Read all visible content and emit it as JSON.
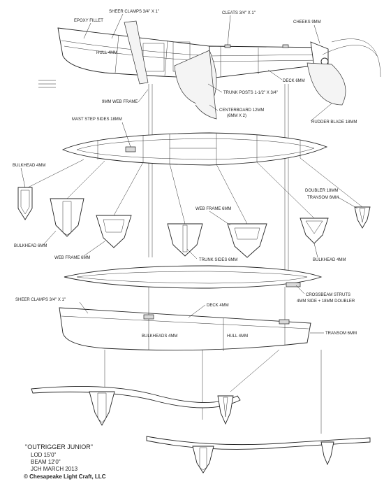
{
  "labels": {
    "epoxy_fillet": "EPOXY FILLET",
    "sheer_clamps_top": "SHEER CLAMPS 3/4\" X 1\"",
    "cleats": "CLEATS 3/4\" X 1\"",
    "cheeks": "CHEEKS 9MM",
    "hull_top": "HULL 4MM",
    "deck_top": "DECK 6MM",
    "web_frame_9": "9MM WEB FRAME",
    "trunk_posts": "TRUNK POSTS 1-1/2\" X 3/4\"",
    "centerboard_1": "CENTERBOARD 12MM",
    "centerboard_2": "(6MM X 2)",
    "rudder_blade": "RUDDER BLADE 18MM",
    "mast_step_sides": "MAST STEP SIDES 18MM",
    "bulkhead_4_left": "BULKHEAD 4MM",
    "doubler": "DOUBLER 18MM",
    "transom_6_right": "TRANSOM 6MM",
    "web_frame_6_center": "WEB FRAME 6MM",
    "bulkhead_6": "BULKHEAD 6MM",
    "web_frame_6_left": "WEB FRAME 6MM",
    "trunk_sides": "TRUNK SIDES 6MM",
    "bulkhead_4_right": "BULKHEAD 4MM",
    "crossbeam_1": "CROSSBEAM STRUTS",
    "crossbeam_2": "4MM SIDE + 18MM DOUBLER",
    "sheer_clamps_ama": "SHEER CLAMPS 3/4\" X 1\"",
    "deck_4": "DECK 4MM",
    "bulkheads_4": "BULKHEADS 4MM",
    "hull_4_ama": "HULL 4MM",
    "transom_6_ama": "TRANSOM 6MM"
  },
  "title_block": {
    "title": "\"OUTRIGGER JUNIOR\"",
    "lod": "LOD 15'0\"",
    "beam": "BEAM 12'0\"",
    "designer": "JCH MARCH 2013",
    "copyright": "© Chesapeake Light Craft, LLC"
  }
}
